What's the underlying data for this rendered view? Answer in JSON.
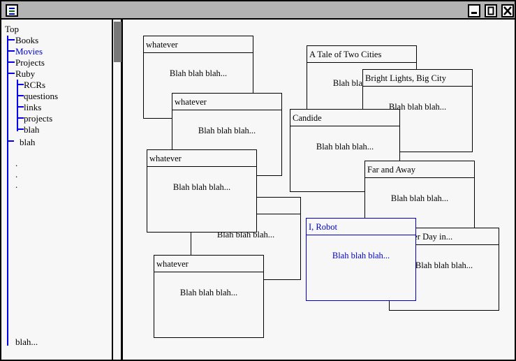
{
  "window": {
    "menu_icon": "hamburger-menu-icon",
    "controls": [
      "minimize-icon",
      "maximize-icon",
      "close-icon"
    ]
  },
  "sidebar": {
    "root": "Top",
    "items": [
      {
        "label": "Books",
        "selected": false
      },
      {
        "label": "Movies",
        "selected": true
      },
      {
        "label": "Projects",
        "selected": false
      },
      {
        "label": "Ruby",
        "selected": false,
        "children": [
          "RCRs",
          "questions",
          "links",
          "projects",
          "blah"
        ]
      },
      {
        "label": "blah",
        "selected": false
      }
    ],
    "ellipsis": [
      ".",
      ".",
      "."
    ],
    "footer": "blah..."
  },
  "colors": {
    "accent": "#0000ee",
    "selected_card": "#0000cc",
    "background": "#f7f7f7",
    "chrome": "#b3b3b3",
    "scroll_thumb": "#777777"
  },
  "cards": [
    {
      "title": "whatever",
      "body": "Blah blah blah..."
    },
    {
      "title": "whatever",
      "body": "Blah blah blah..."
    },
    {
      "title": "",
      "body": "Blah blah blah..."
    },
    {
      "title": "whatever",
      "body": "Blah blah blah..."
    },
    {
      "title": "whatever",
      "body": "Blah blah blah..."
    },
    {
      "title": "A Tale of Two Cities",
      "body": "Blah blah blah..."
    },
    {
      "title": "Bright Lights, Big City",
      "body": "Blah blah blah..."
    },
    {
      "title": "Candide",
      "body": "Blah blah blah..."
    },
    {
      "title": "Far and Away",
      "body": "Blah blah blah..."
    },
    {
      "title": "Another Day in...",
      "body": "Blah blah blah..."
    },
    {
      "title": "I, Robot",
      "body": "Blah blah blah...",
      "selected": true
    }
  ]
}
